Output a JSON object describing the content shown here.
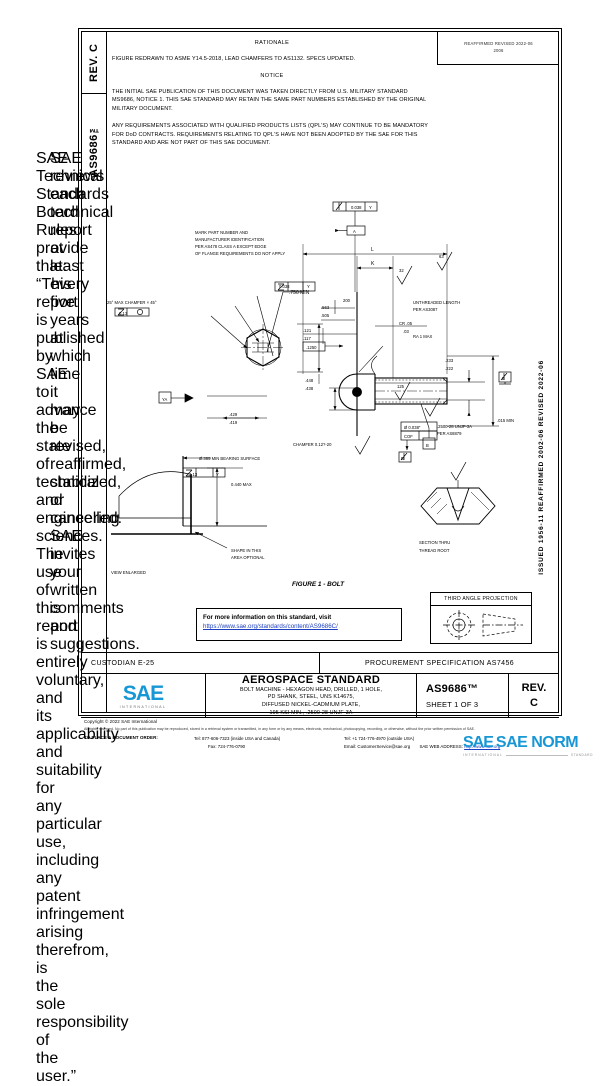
{
  "document": {
    "standard_number": "AS9686™",
    "revision_letter": "C",
    "rev_label": "REV.",
    "sheet": "SHEET 1 OF 3",
    "issue_box_line1": "REAFFIRMED REVISED 2022-06",
    "issue_box_line2": "2006",
    "margin_issue_text": "ISSUED 1956-11   REAFFIRMED 2002-06   REVISED 2022-06"
  },
  "rationale": {
    "heading": "RATIONALE",
    "body": "FIGURE REDRAWN TO ASME Y14.5-2018, LEAD CHAMFERS TO AS1132. SPECS UPDATED."
  },
  "notice": {
    "heading": "NOTICE",
    "paragraph1": "THE INITIAL SAE PUBLICATION OF THIS DOCUMENT WAS TAKEN DIRECTLY FROM U.S. MILITARY STANDARD MS9686, NOTICE 1. THIS SAE STANDARD MAY RETAIN THE SAME PART NUMBERS ESTABLISHED BY THE ORIGINAL MILITARY DOCUMENT.",
    "paragraph2": "ANY REQUIREMENTS ASSOCIATED WITH QUALIFIED PRODUCTS LISTS (QPL'S) MAY CONTINUE TO BE MANDATORY FOR DoD CONTRACTS. REQUIREMENTS RELATING TO QPL'S HAVE NOT BEEN ADOPTED BY THE SAE FOR THIS STANDARD AND ARE NOT PART OF THIS SAE DOCUMENT."
  },
  "drawing": {
    "figure_caption": "FIGURE 1 - BOLT",
    "notes": {
      "marking": "MARK PART NUMBER AND MANUFACTURER IDENTIFICATION PER AS478 CLASS A EXCEPT EDGE OF FLANGE REQUIREMENTS DO NOT APPLY",
      "chamfer": "CHAMFER 0.12?-20",
      "bearing_surface": "Ø.385 MIN BEARING SURFACE",
      "max_dim": "0.440 MAX",
      "shape_optional": "SHAPE IN THIS AREA OPTIONAL",
      "view_enlarged": "VIEW ENLARGED",
      "unthreaded_length": "UNTHREADED LENGTH PER AS3087",
      "surface_ra": "RA 1 MAX",
      "thread_spec": ".2500-28 UNJF-3A PER AS8879",
      "section_label": "SECTION THRU THREAD ROOT",
      "min_750": ".750 MIN",
      "angle_45": "25° MAX CHAMFER  × 45°"
    },
    "dimensions": {
      "d1_upper": ".563",
      "d1_lower": ".505",
      "d2_upper": ".121",
      "d2_lower": ".117",
      "d3": ".1250",
      "d4_upper": ".429",
      "d4_lower": ".419",
      "d5_upper": ".448",
      "d5_lower": ".438",
      "d6": ".330",
      "d7_upper": ".233",
      "d7_lower": ".222",
      "cr_upper": "CR .05",
      "cr_lower": ".03",
      "len_k": "K",
      "len_l": "L",
      "thr_min": ".015 MIN",
      "tol_0038": "Ø 0.038″",
      "fcf_pos": "0.038",
      "fcf_runout": "0.13",
      "fcf_datum_y": "Y",
      "fcf_datum_a": "A",
      "fcf_datum_b": "B",
      "surface_32": "32",
      "surface_200": "200",
      "surface_63": "63",
      "surface_125": "125"
    }
  },
  "callout": {
    "line1": "For more information on this standard, visit",
    "line2": "https://www.sae.org/standards/content/AS9686C/"
  },
  "projection": {
    "label": "THIRD ANGLE PROJECTION"
  },
  "strip": {
    "custodian": "CUSTODIAN  E-25",
    "procurement": "PROCUREMENT SPECIFICATION AS7456"
  },
  "title_block": {
    "logo_text": "SAE",
    "logo_sub": "INTERNATIONAL",
    "heading": "AEROSPACE STANDARD",
    "desc_line1": "BOLT MACHINE - HEXAGON HEAD, DRILLED, 1 HOLE,",
    "desc_line2": "PD SHANK, STEEL, UNS K14675,",
    "desc_line3": "DIFFUSED NICKEL-CADMIUM PLATE,",
    "desc_line4": "195 KSI MIN., .2500-28 UNJF-3A"
  },
  "footer": {
    "copyright": "Copyright © 2022 SAE International",
    "rights": "All rights reserved. No part of this publication may be reproduced, stored in a retrieval system or transmitted, in any form or by any means, electronic, mechanical, photocopying, recording, or otherwise, without the prior written permission of SAE.",
    "order_label": "TO PLACE A DOCUMENT ORDER:",
    "tel_usa": "Tel:  877-606-7323 (inside USA and Canada)",
    "fax": "Fax:  724-776-0790",
    "tel_intl": "Tel:  +1 724-776-4970 (outside USA)",
    "email": "Email: CustomerService@sae.org",
    "web_label": "SAE WEB ADDRESS:",
    "web_url": "http://www.sae.org"
  },
  "watermark": {
    "sae": "SAE",
    "norm": "SAE NORM",
    "sub_left": "INTERNATIONAL",
    "sub_right": "STANDARD"
  },
  "left_margin": {
    "line1": "SAE Technical Standards Board Rules provide that: “This report is published by SAE to advance the state of technical and engineering sciences. The use of this report is entirely voluntary, and its applicability and suitability for any particular use, including any patent infringement arising therefrom, is the sole responsibility of the user.”",
    "line2": "SAE reviews each technical report at least every five years at which time it may be revised, reaffirmed, stabilized, or cancelled. SAE invites your written comments and suggestions."
  },
  "colors": {
    "sae_blue": "#1797d5",
    "link_blue": "#1b3fbf",
    "ink": "#000000"
  }
}
